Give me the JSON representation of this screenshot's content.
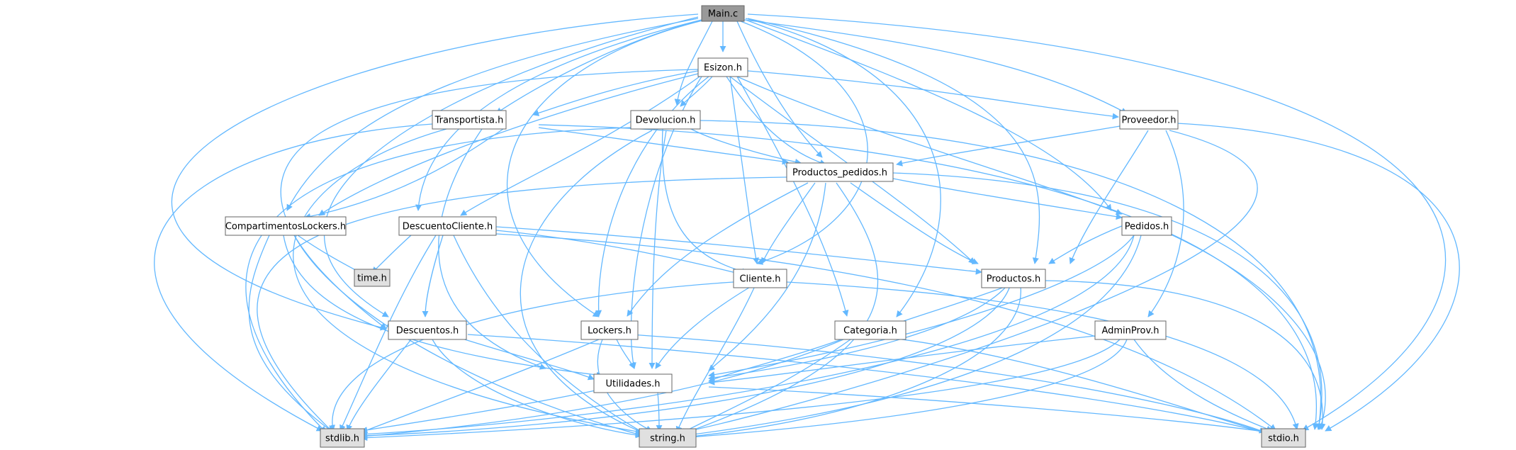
{
  "colors": {
    "root_fill": "#999999",
    "project_fill": "#ffffff",
    "system_fill": "#e0e0e0",
    "edge": "#63b8ff",
    "border": "#666666"
  },
  "nodes": {
    "main": {
      "label": "Main.c",
      "kind": "root"
    },
    "esizon": {
      "label": "Esizon.h",
      "kind": "project"
    },
    "transp": {
      "label": "Transportista.h",
      "kind": "project"
    },
    "devol": {
      "label": "Devolucion.h",
      "kind": "project"
    },
    "prov": {
      "label": "Proveedor.h",
      "kind": "project"
    },
    "prodped": {
      "label": "Productos_pedidos.h",
      "kind": "project"
    },
    "comp": {
      "label": "CompartimentosLockers.h",
      "kind": "project"
    },
    "descli": {
      "label": "DescuentoCliente.h",
      "kind": "project"
    },
    "pedidos": {
      "label": "Pedidos.h",
      "kind": "project"
    },
    "time": {
      "label": "time.h",
      "kind": "system"
    },
    "cliente": {
      "label": "Cliente.h",
      "kind": "project"
    },
    "productos": {
      "label": "Productos.h",
      "kind": "project"
    },
    "desc": {
      "label": "Descuentos.h",
      "kind": "project"
    },
    "lockers": {
      "label": "Lockers.h",
      "kind": "project"
    },
    "categ": {
      "label": "Categoria.h",
      "kind": "project"
    },
    "adminp": {
      "label": "AdminProv.h",
      "kind": "project"
    },
    "util": {
      "label": "Utilidades.h",
      "kind": "project"
    },
    "stdlib": {
      "label": "stdlib.h",
      "kind": "system"
    },
    "string": {
      "label": "string.h",
      "kind": "system"
    },
    "stdio": {
      "label": "stdio.h",
      "kind": "system"
    }
  }
}
